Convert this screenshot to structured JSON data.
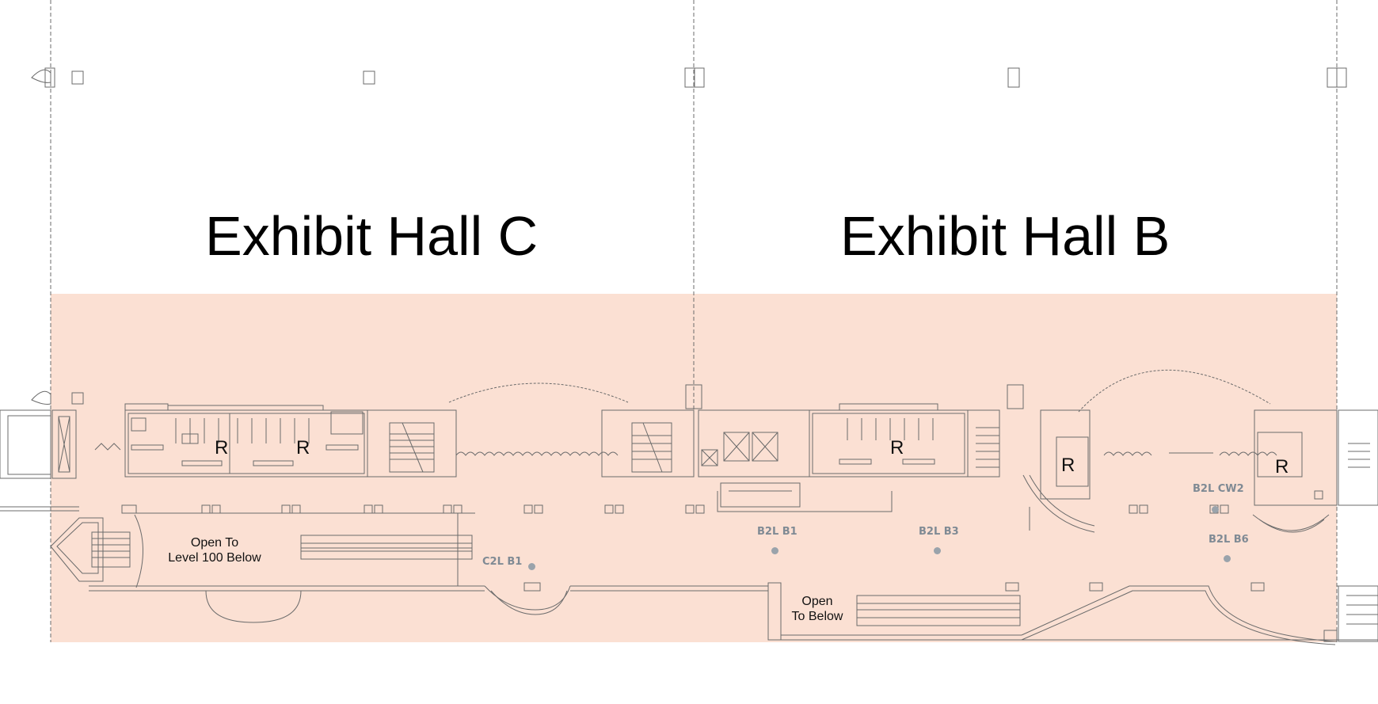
{
  "colors": {
    "zone_fill": "#fbe0d3",
    "line": "#6b6b6b",
    "marker": "#9aa3ab",
    "marker_text": "#7f8a94",
    "title": "#000000"
  },
  "halls": {
    "c": "Exhibit Hall C",
    "b": "Exhibit Hall B"
  },
  "areas": {
    "open_level100_line1": "Open To",
    "open_level100_line2": "Level 100 Below",
    "open_below_line1": "Open",
    "open_below_line2": "To Below"
  },
  "restroom_marker": "R",
  "locations": {
    "c2l_b1": "C2L B1",
    "b2l_b1": "B2L B1",
    "b2l_b3": "B2L B3",
    "b2l_cw2": "B2L CW2",
    "b2l_b6": "B2L B6"
  }
}
